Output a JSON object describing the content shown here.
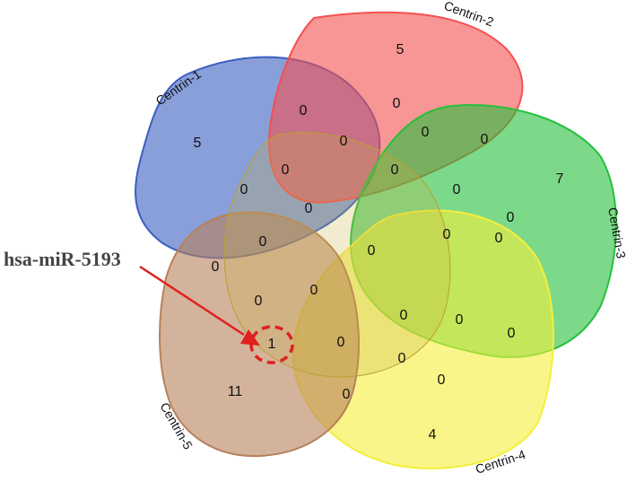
{
  "diagram": {
    "sets": [
      {
        "name": "Centrin-1",
        "color": "#3a5fc0"
      },
      {
        "name": "Centrin-2",
        "color": "#f35050"
      },
      {
        "name": "Centrin-3",
        "color": "#25c03c"
      },
      {
        "name": "Centrin-4",
        "color": "#f5ef3a"
      },
      {
        "name": "Centrin-5",
        "color": "#b8805a"
      }
    ],
    "region_counts": [
      "5",
      "5",
      "7",
      "4",
      "11",
      "0",
      "0",
      "0",
      "0",
      "0",
      "0",
      "0",
      "0",
      "0",
      "0",
      "0",
      "0",
      "0",
      "0",
      "0",
      "0",
      "0",
      "0",
      "0",
      "0",
      "0",
      "0",
      "0",
      "0",
      "0",
      "1"
    ],
    "callout": {
      "label": "hsa-miR-5193",
      "target_value": "1",
      "arrow_color": "#e02020"
    }
  }
}
